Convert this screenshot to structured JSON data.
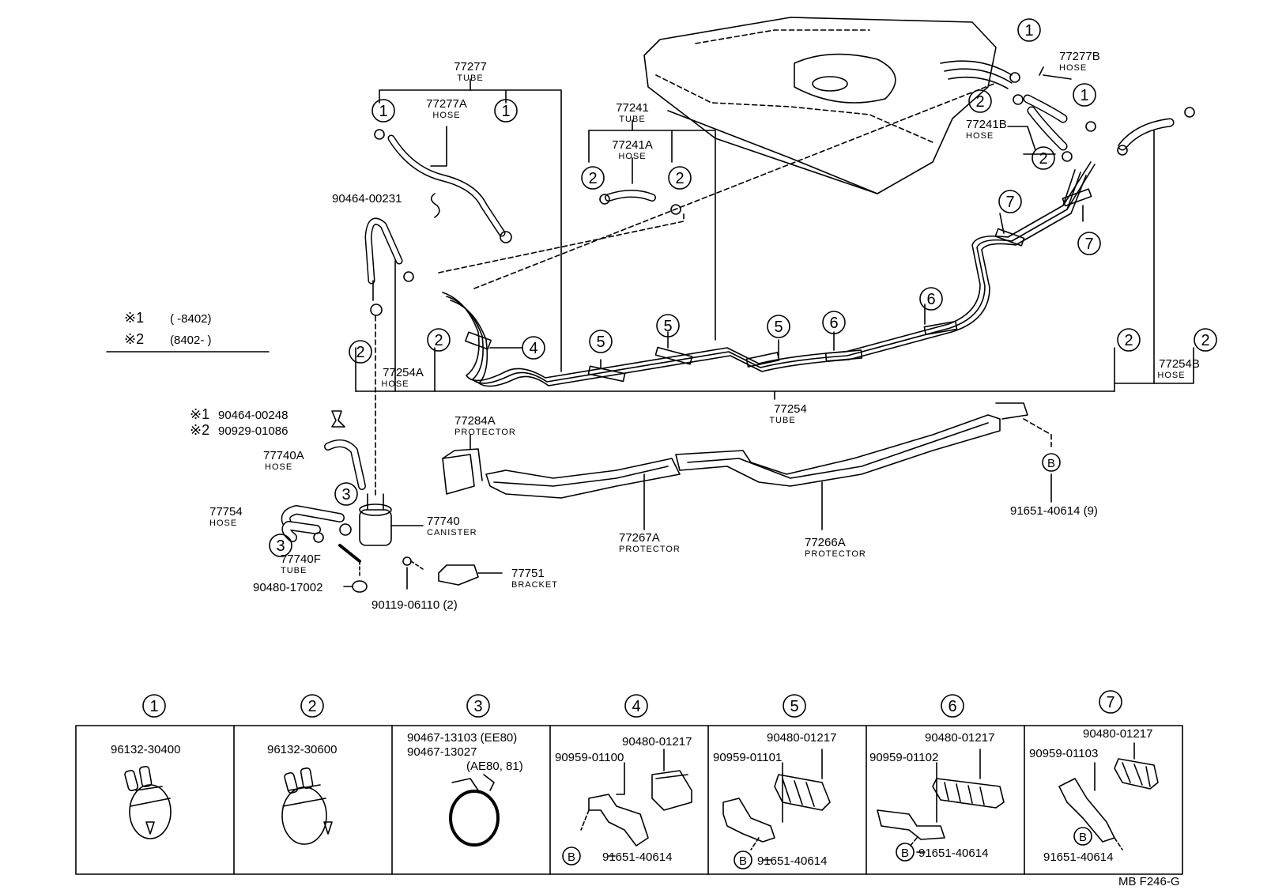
{
  "diagram_id": "MB F246-G",
  "legend": {
    "row1_mark": "※1",
    "row1_text": "(      -8402)",
    "row2_mark": "※2",
    "row2_text": "(8402-      )"
  },
  "callout_numbers": [
    "1",
    "2",
    "3",
    "4",
    "5",
    "6",
    "7"
  ],
  "bolt_mark": "B",
  "parts": {
    "p77277": {
      "num": "77277",
      "desc": "TUBE"
    },
    "p77277A": {
      "num": "77277A",
      "desc": "HOSE"
    },
    "p90464_00231": {
      "num": "90464-00231"
    },
    "p77241": {
      "num": "77241",
      "desc": "TUBE"
    },
    "p77241A": {
      "num": "77241A",
      "desc": "HOSE"
    },
    "p77277B": {
      "num": "77277B",
      "desc": "HOSE"
    },
    "p77241B": {
      "num": "77241B",
      "desc": "HOSE"
    },
    "p77254A": {
      "num": "77254A",
      "desc": "HOSE"
    },
    "p77254": {
      "num": "77254",
      "desc": "TUBE"
    },
    "p77254B": {
      "num": "77254B",
      "desc": "HOSE"
    },
    "p90464_00248": {
      "num": "90464-00248",
      "mark": "※1"
    },
    "p90929_01086": {
      "num": "90929-01086",
      "mark": "※2"
    },
    "p77740A": {
      "num": "77740A",
      "desc": "HOSE"
    },
    "p77754": {
      "num": "77754",
      "desc": "HOSE"
    },
    "p77740": {
      "num": "77740",
      "desc": "CANISTER"
    },
    "p77740F": {
      "num": "77740F",
      "desc": "TUBE"
    },
    "p90480_17002": {
      "num": "90480-17002"
    },
    "p90119_06110": {
      "num": "90119-06110 (2)"
    },
    "p77751": {
      "num": "77751",
      "desc": "BRACKET"
    },
    "p77284A": {
      "num": "77284A",
      "desc": "PROTECTOR"
    },
    "p77267A": {
      "num": "77267A",
      "desc": "PROTECTOR"
    },
    "p77266A": {
      "num": "77266A",
      "desc": "PROTECTOR"
    },
    "p91651_40614_9": {
      "num": "91651-40614 (9)"
    }
  },
  "detail_table": [
    {
      "callout": "1",
      "parts": [
        "96132-30400"
      ]
    },
    {
      "callout": "2",
      "parts": [
        "96132-30600"
      ]
    },
    {
      "callout": "3",
      "parts": [
        "90467-13103 (EE80)",
        "90467-13027",
        "(AE80, 81)"
      ]
    },
    {
      "callout": "4",
      "parts": [
        "90480-01217",
        "90959-01100",
        "91651-40614"
      ]
    },
    {
      "callout": "5",
      "parts": [
        "90480-01217",
        "90959-01101",
        "91651-40614"
      ]
    },
    {
      "callout": "6",
      "parts": [
        "90480-01217",
        "90959-01102",
        "91651-40614"
      ]
    },
    {
      "callout": "7",
      "parts": [
        "90480-01217",
        "90959-01103",
        "91651-40614"
      ]
    }
  ]
}
